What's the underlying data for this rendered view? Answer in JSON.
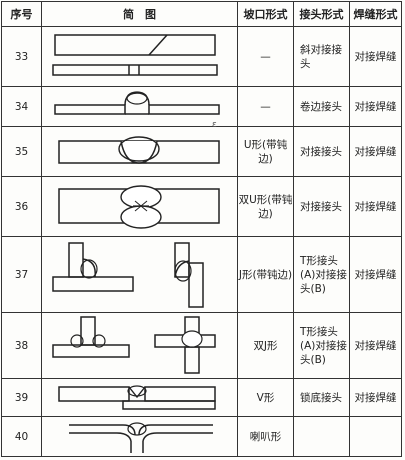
{
  "header": {
    "col_no": "序号",
    "col_sketch": "简　图",
    "col_groove": "坡口形式",
    "col_joint": "接头形式",
    "col_weld": "焊缝形式"
  },
  "rows": [
    {
      "no": "33",
      "groove": "—",
      "joint": "斜对接接头",
      "weld": "对接焊缝",
      "sketch": "oblique-butt-sketch-icon"
    },
    {
      "no": "34",
      "groove": "—",
      "joint": "卷边接头",
      "weld": "对接焊缝",
      "sketch": "flanged-edge-sketch-icon"
    },
    {
      "no": "35",
      "groove": "U形(带钝边)",
      "joint": "对接接头",
      "weld": "对接焊缝",
      "sketch": "u-groove-sketch-icon"
    },
    {
      "no": "36",
      "groove": "双U形(带钝边)",
      "joint": "对接接头",
      "weld": "对接焊缝",
      "sketch": "double-u-groove-sketch-icon"
    },
    {
      "no": "37",
      "groove": "J形(带钝边)",
      "joint": "T形接头(A)对接接头(B)",
      "weld": "对接焊缝",
      "sketch": "j-groove-sketch-icon"
    },
    {
      "no": "38",
      "groove": "双J形",
      "joint": "T形接头(A)对接接头(B)",
      "weld": "对接焊缝",
      "sketch": "double-j-groove-sketch-icon"
    },
    {
      "no": "39",
      "groove": "V形",
      "joint": "锁底接头",
      "weld": "对接焊缝",
      "sketch": "v-groove-backing-sketch-icon"
    },
    {
      "no": "40",
      "groove": "喇叭形",
      "joint": "",
      "weld": "",
      "sketch": "flare-groove-sketch-icon"
    }
  ],
  "stamp": "ɛ"
}
